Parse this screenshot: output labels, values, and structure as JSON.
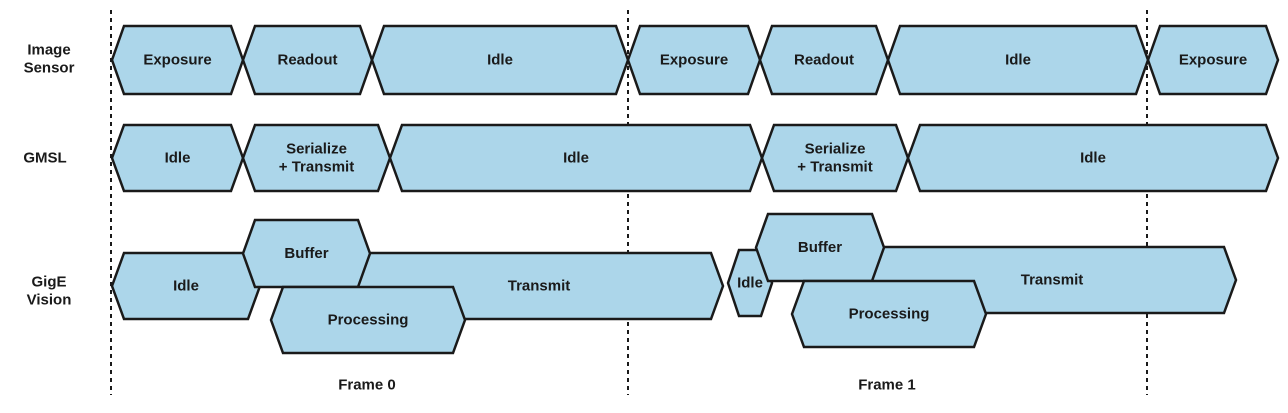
{
  "fill_color": "#acd6ea",
  "stroke_color": "#1a1a1a",
  "rows": [
    {
      "id": "image-sensor",
      "label_lines": [
        "Image",
        "Sensor"
      ]
    },
    {
      "id": "gmsl",
      "label_lines": [
        "GMSL"
      ]
    },
    {
      "id": "gige-vision",
      "label_lines": [
        "GigE",
        "Vision"
      ]
    }
  ],
  "segments": [
    {
      "row": "image-sensor",
      "lines": [
        "Exposure"
      ]
    },
    {
      "row": "image-sensor",
      "lines": [
        "Readout"
      ]
    },
    {
      "row": "image-sensor",
      "lines": [
        "Idle"
      ]
    },
    {
      "row": "image-sensor",
      "lines": [
        "Exposure"
      ]
    },
    {
      "row": "image-sensor",
      "lines": [
        "Readout"
      ]
    },
    {
      "row": "image-sensor",
      "lines": [
        "Idle"
      ]
    },
    {
      "row": "image-sensor",
      "lines": [
        "Exposure"
      ]
    },
    {
      "row": "gmsl",
      "lines": [
        "Idle"
      ]
    },
    {
      "row": "gmsl",
      "lines": [
        "Serialize",
        "+ Transmit"
      ]
    },
    {
      "row": "gmsl",
      "lines": [
        "Idle"
      ]
    },
    {
      "row": "gmsl",
      "lines": [
        "Serialize",
        "+ Transmit"
      ]
    },
    {
      "row": "gmsl",
      "lines": [
        "Idle"
      ]
    },
    {
      "row": "gige-vision",
      "lines": [
        "Idle"
      ]
    },
    {
      "row": "gige-vision",
      "lines": [
        "Transmit"
      ]
    },
    {
      "row": "gige-vision",
      "lines": [
        "Buffer"
      ]
    },
    {
      "row": "gige-vision",
      "lines": [
        "Processing"
      ]
    },
    {
      "row": "gige-vision",
      "lines": [
        "Idle"
      ]
    },
    {
      "row": "gige-vision",
      "lines": [
        "Transmit"
      ]
    },
    {
      "row": "gige-vision",
      "lines": [
        "Buffer"
      ]
    },
    {
      "row": "gige-vision",
      "lines": [
        "Processing"
      ]
    }
  ],
  "frames": [
    "Frame 0",
    "Frame 1"
  ]
}
